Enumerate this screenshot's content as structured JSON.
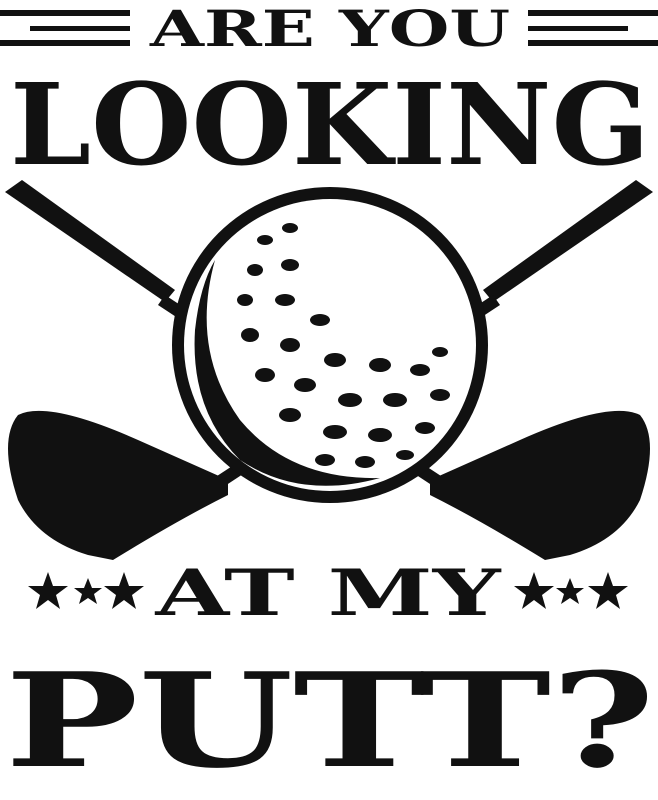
{
  "design": {
    "line1": "ARE YOU",
    "line2": "LOOKING",
    "line3": "AT MY",
    "line4": "PUTT?",
    "ink_color": "#111111",
    "background_color": "#ffffff"
  }
}
